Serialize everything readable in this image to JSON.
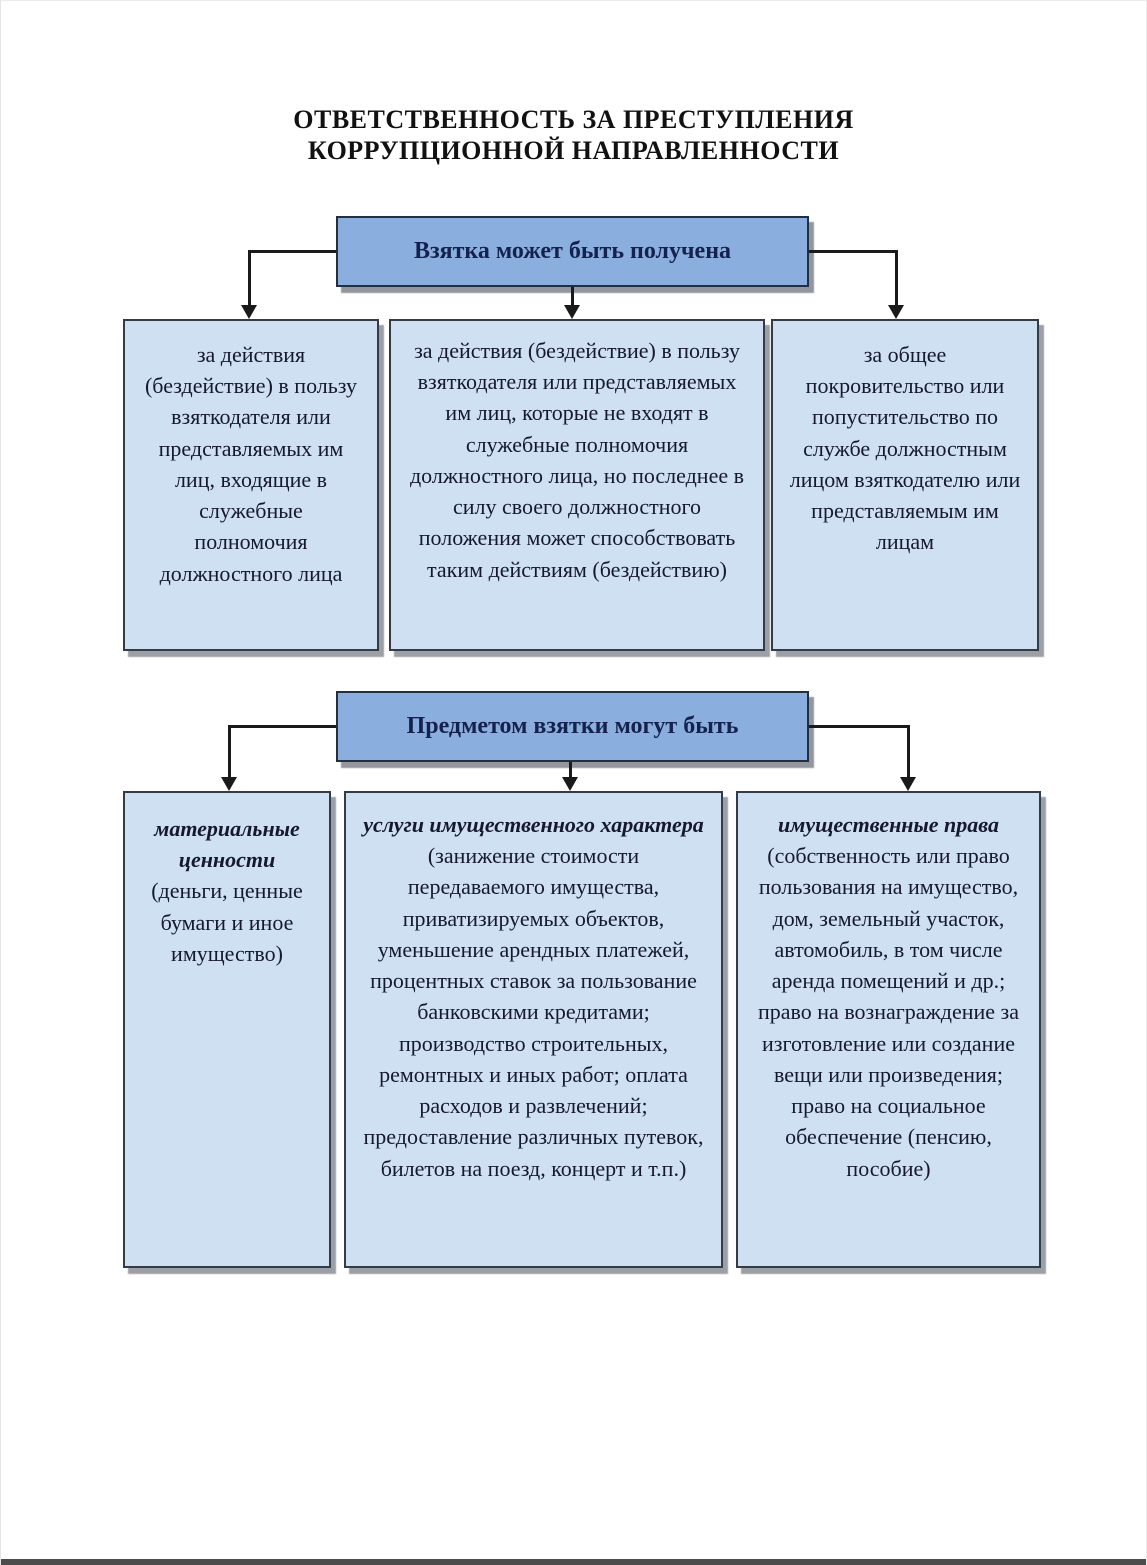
{
  "page": {
    "title": [
      "ОТВЕТСТВЕННОСТЬ ЗА ПРЕСТУПЛЕНИЯ",
      "КОРРУПЦИОННОЙ НАПРАВЛЕННОСТИ"
    ]
  },
  "colors": {
    "header_fill": "#8aaede",
    "child_fill": "#cfe0f2",
    "box_border": "#333b47",
    "header_text": "#16224e",
    "body_text": "#15182f",
    "connector": "#1a1a1a"
  },
  "diagram1": {
    "header_label": "Взятка может быть получена",
    "boxes": [
      {
        "body": "за действия (бездействие) в пользу взяткодателя или представляемых им лиц, входящие в служебные полномочия должностного лица"
      },
      {
        "body": "за действия (бездействие) в пользу взяткодателя или представляемых им лиц, которые не входят в служебные полномочия должностного лица, но последнее в силу своего должностного положения может способствовать таким действиям (бездействию)"
      },
      {
        "body": "за общее покровительство или попустительство по службе должностным лицом взяткодателю или представляемым им лицам"
      }
    ]
  },
  "diagram2": {
    "header_label": "Предметом взятки могут быть",
    "boxes": [
      {
        "title": "материальные ценности",
        "body": "(деньги, ценные бумаги и иное имущество)"
      },
      {
        "title": "услуги имущественного характера",
        "body": "(занижение стоимости передаваемого имущества, приватизируемых объектов, уменьшение арендных платежей, процентных ставок за пользование банковскими кредитами; производство строительных, ремонтных и иных работ; оплата расходов и развлечений; предоставление различных путевок, билетов на поезд, концерт и т.п.)"
      },
      {
        "title": "имущественные права",
        "body": "(собственность или право пользования на имущество, дом, земельный участок, автомобиль, в том числе аренда помещений и др.; право на вознаграждение за изготовление или создание вещи или произведения; право на социальное обеспечение (пенсию, пособие)"
      }
    ]
  }
}
